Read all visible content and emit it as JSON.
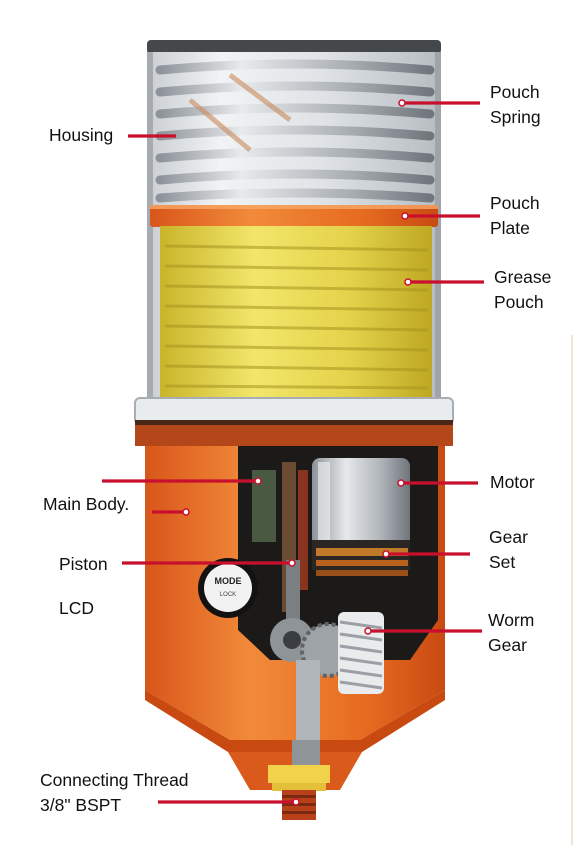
{
  "colors": {
    "leader": "#c8102e",
    "orange": "#e8671c",
    "orange_dark": "#c94a10",
    "grease": "#e2d040",
    "housing": "#d9dde0",
    "motor": "#b8bcc0",
    "dark": "#1c1a18"
  },
  "labels": {
    "housing": "Housing",
    "pouch_spring": [
      "Pouch",
      "Spring"
    ],
    "pouch_plate": [
      "Pouch",
      "Plate"
    ],
    "grease_pouch": [
      "Grease",
      "Pouch"
    ],
    "motor": "Motor",
    "main_body": "Main Body.",
    "gear_set": [
      "Gear",
      "Set"
    ],
    "piston": "Piston",
    "lcd": "LCD",
    "worm_gear": [
      "Worm",
      "Gear"
    ],
    "connecting_thread": [
      "Connecting Thread",
      "3/8\" BSPT"
    ]
  },
  "lcd_button": [
    "MODE",
    "LOCK"
  ]
}
